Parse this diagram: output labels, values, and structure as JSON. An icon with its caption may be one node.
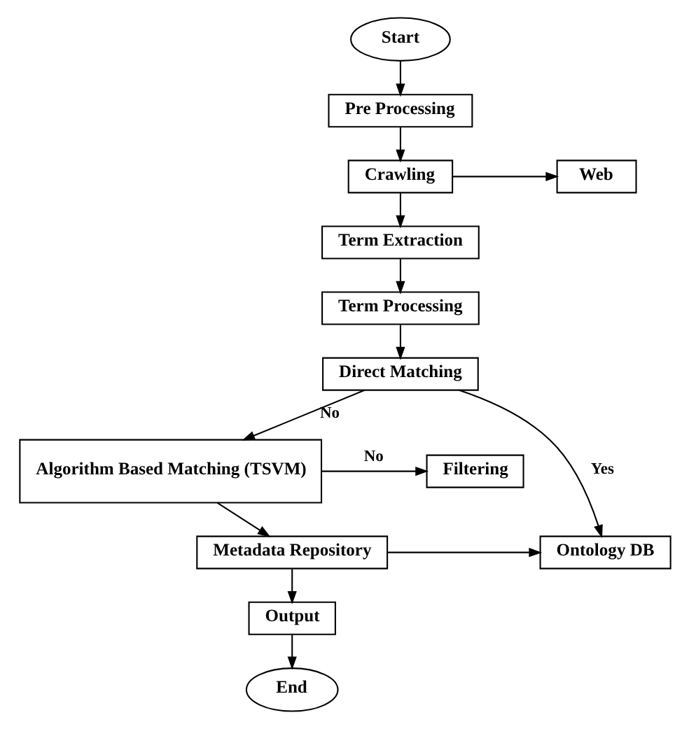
{
  "diagram": {
    "nodes": [
      {
        "text": [
          "Start"
        ]
      },
      {
        "text": [
          "Pre Processing"
        ]
      },
      {
        "text": [
          "Crawling"
        ]
      },
      {
        "text": [
          "Web"
        ]
      },
      {
        "text": [
          "Term Extraction"
        ]
      },
      {
        "text": [
          "Term Processing"
        ]
      },
      {
        "text": [
          "Direct Matching"
        ]
      },
      {
        "text": [
          "Algorithm Based Matching (TSVM)"
        ]
      },
      {
        "text": [
          "Filtering"
        ]
      },
      {
        "text": [
          "Ontology DB"
        ]
      },
      {
        "text": [
          "Metadata Repository"
        ]
      },
      {
        "text": [
          "Output"
        ]
      },
      {
        "text": [
          "End"
        ]
      }
    ],
    "edges": [
      {
        "from": 0,
        "to": 1,
        "arrow": "to"
      },
      {
        "from": 1,
        "to": 2,
        "arrow": "to"
      },
      {
        "from": 2,
        "to": 3,
        "arrow": "to"
      },
      {
        "from": 2,
        "to": 4,
        "arrow": "to"
      },
      {
        "from": 4,
        "to": 5,
        "arrow": "to"
      },
      {
        "from": 5,
        "to": 6,
        "arrow": "to"
      },
      {
        "from": 6,
        "to": 7,
        "label": "No",
        "arrow": "to"
      },
      {
        "from": 7,
        "to": 8,
        "label": "No",
        "arrow": "to"
      },
      {
        "from": 6,
        "to": 9,
        "label": "Yes",
        "arrow": "to"
      },
      {
        "from": 7,
        "to": 10,
        "arrow": "to"
      },
      {
        "from": 10,
        "to": 9,
        "arrow": "to"
      },
      {
        "from": 10,
        "to": 11,
        "arrow": "to"
      },
      {
        "from": 11,
        "to": 12,
        "arrow": "to"
      }
    ]
  }
}
